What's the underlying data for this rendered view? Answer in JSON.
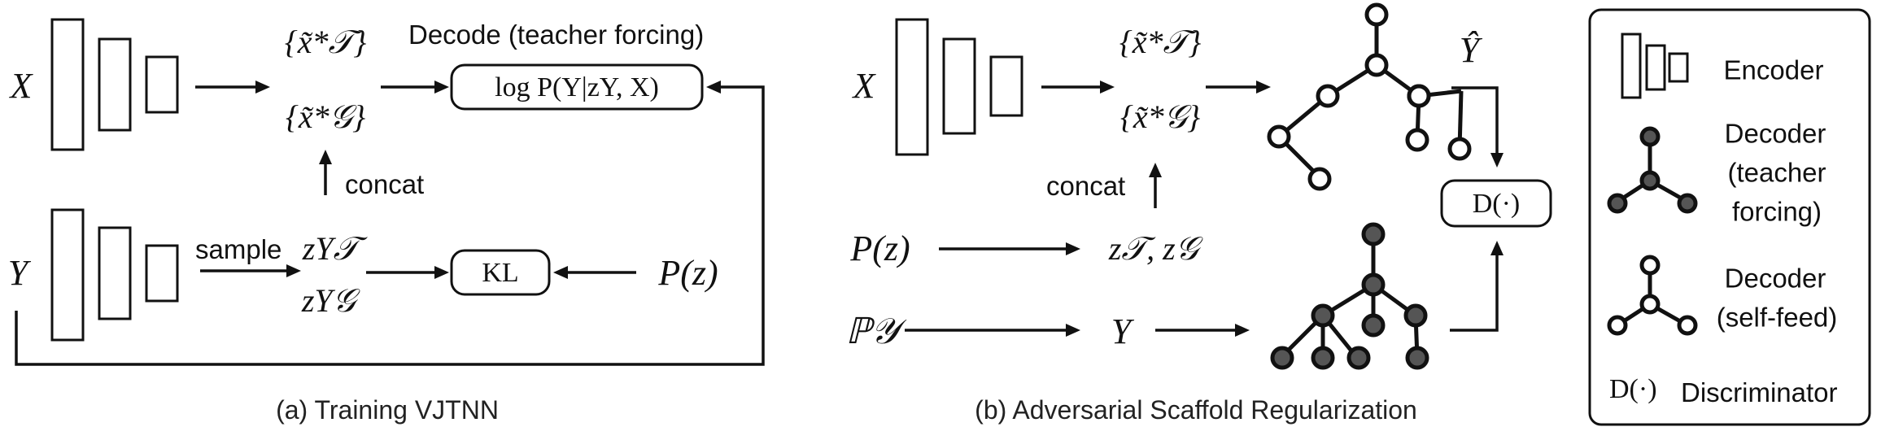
{
  "panel_a": {
    "caption": "(a) Training VJTNN",
    "input_x": "X",
    "input_y": "Y",
    "x_tree_set": "{x̃*𝒯}",
    "x_graph_set": "{x̃*𝒢}",
    "decode_label": "Decode (teacher forcing)",
    "decode_box": "log P(Y|zY, X)",
    "concat_label": "concat",
    "sample_label": "sample",
    "z_tree": "zY𝒯",
    "z_graph": "zY𝒢",
    "kl_box": "KL",
    "prior": "P(z)"
  },
  "panel_b": {
    "caption": "(b) Adversarial Scaffold Regularization",
    "input_x": "X",
    "x_tree_set": "{x̃*𝒯}",
    "x_graph_set": "{x̃*𝒢}",
    "concat_label": "concat",
    "prior": "P(z)",
    "z_pair": "z𝒯, z𝒢",
    "data_dist": "ℙ𝒴",
    "real_y": "Y",
    "y_hat": "Ŷ",
    "disc_box": "D(·)"
  },
  "legend": {
    "encoder_label": "Encoder",
    "decoder_teacher_label_line1": "Decoder",
    "decoder_teacher_label_line2": "(teacher",
    "decoder_teacher_label_line3": "forcing)",
    "decoder_self_label_line1": "Decoder",
    "decoder_self_label_line2": "(self-feed)",
    "disc_symbol": "D(·)",
    "disc_label": "Discriminator"
  },
  "colors": {
    "stroke": "#111111",
    "filled_node": "#555555",
    "open_node": "#ffffff"
  }
}
